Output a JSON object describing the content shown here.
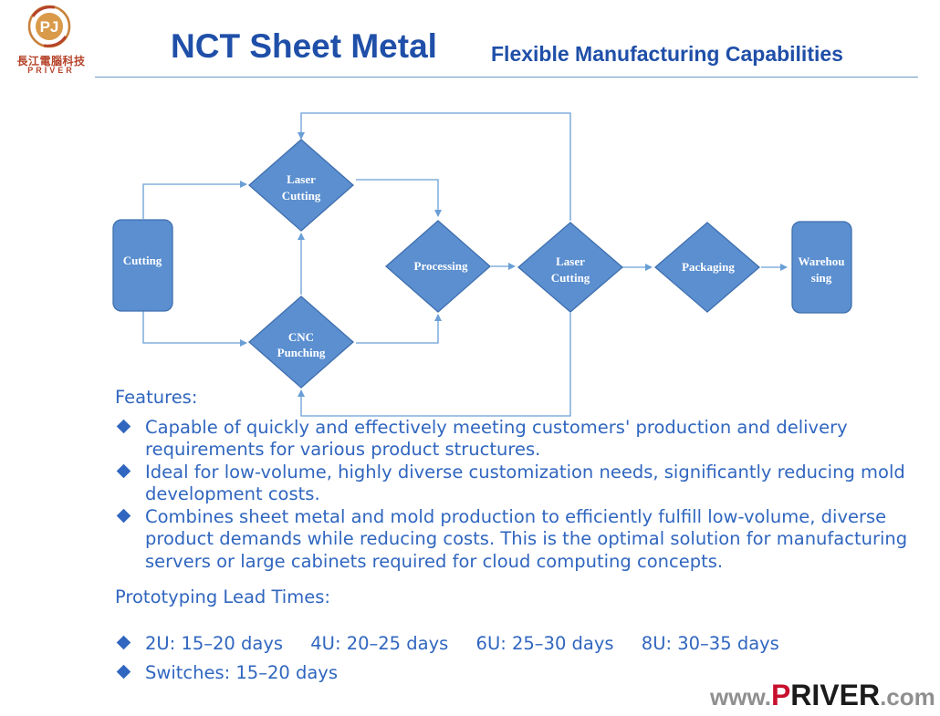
{
  "logo": {
    "cn_text": "長江電腦科技",
    "en_text": "PRIVER",
    "mark": "PJ"
  },
  "title": {
    "main": "NCT Sheet Metal",
    "sub": "Flexible Manufacturing Capabilities"
  },
  "flow": {
    "cutting": "Cutting",
    "laser1_l1": "Laser",
    "laser1_l2": "Cutting",
    "cnc_l1": "CNC",
    "cnc_l2": "Punching",
    "processing": "Processing",
    "laser2_l1": "Laser",
    "laser2_l2": "Cutting",
    "packaging": "Packaging",
    "warehouse_l1": "Warehou",
    "warehouse_l2": "sing",
    "colors": {
      "node": "#5b8fd0",
      "stroke": "#3f6fae",
      "arrow": "#6a9fd6"
    }
  },
  "features": {
    "heading": "Features:",
    "items": [
      "Capable of quickly and effectively meeting customers' production and delivery requirements for various product structures.",
      "Ideal for low-volume, highly diverse customization needs, significantly reducing mold development costs.",
      "Combines sheet metal and mold production to efficiently fulfill low-volume, diverse product demands while reducing costs. This is the optimal solution for manufacturing servers or large cabinets required for cloud computing concepts."
    ]
  },
  "lead_times": {
    "heading": "Prototyping Lead Times:",
    "row1": [
      "2U: 15–20 days",
      "4U: 20–25 days",
      "6U: 25–30 days",
      "8U: 30–35 days"
    ],
    "row2": "Switches: 15–20 days"
  },
  "brand": {
    "prefix": "www.",
    "p": "P",
    "riv": "RIVER",
    "suffix": ".com"
  }
}
